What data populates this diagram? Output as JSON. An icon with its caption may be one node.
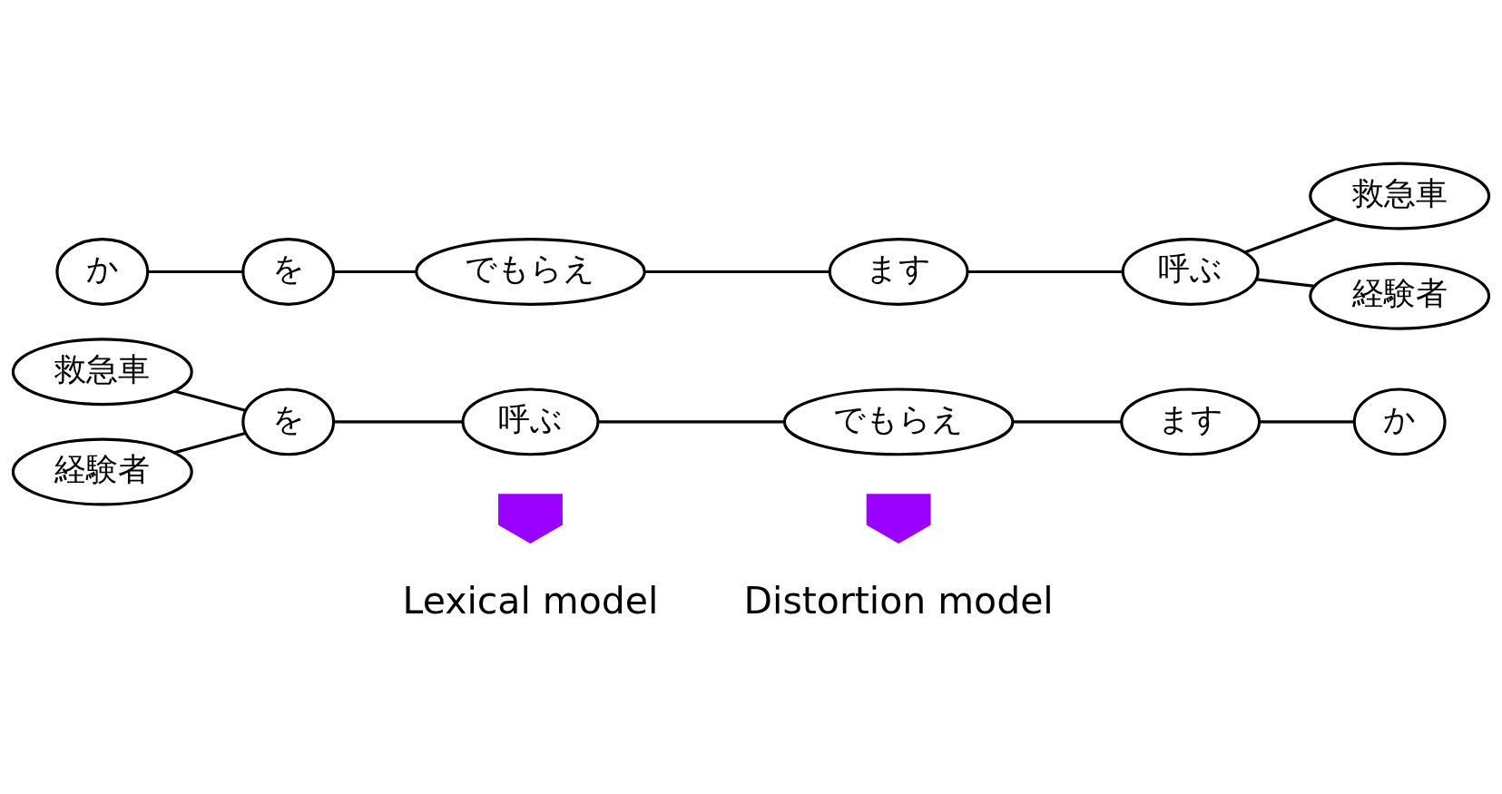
{
  "diagram": {
    "nodes": [
      {
        "text": [
          "か"
        ]
      },
      {
        "text": [
          "を"
        ]
      },
      {
        "text": [
          "でもらえ"
        ]
      },
      {
        "text": [
          "ます"
        ]
      },
      {
        "text": [
          "呼ぶ"
        ]
      },
      {
        "text": [
          "経験者"
        ]
      },
      {
        "text": [
          "救急車"
        ]
      },
      {
        "text": [
          "経験者"
        ]
      },
      {
        "text": [
          "を"
        ]
      },
      {
        "text": [
          "呼ぶ"
        ]
      },
      {
        "text": [
          "でもらえ"
        ]
      },
      {
        "text": [
          "ます"
        ]
      },
      {
        "text": [
          "か"
        ]
      },
      {
        "text": [
          "救急車"
        ]
      },
      {
        "text": [],
        "shape": "arrow"
      },
      {
        "text": [],
        "shape": "arrow"
      }
    ],
    "edges": [
      {
        "from": 0,
        "to": 1,
        "arrow": "none"
      },
      {
        "from": 1,
        "to": 2,
        "arrow": "none"
      },
      {
        "from": 2,
        "to": 3,
        "arrow": "none"
      },
      {
        "from": 3,
        "to": 4,
        "arrow": "none"
      },
      {
        "from": 4,
        "to": 5,
        "arrow": "none"
      },
      {
        "from": 4,
        "to": 6,
        "arrow": "none"
      },
      {
        "from": 7,
        "to": 8,
        "arrow": "none"
      },
      {
        "from": 13,
        "to": 8,
        "arrow": "none"
      },
      {
        "from": 8,
        "to": 9,
        "arrow": "none"
      },
      {
        "from": 9,
        "to": 10,
        "arrow": "none"
      },
      {
        "from": 10,
        "to": 11,
        "arrow": "none"
      },
      {
        "from": 11,
        "to": 12,
        "arrow": "none"
      }
    ],
    "labels": [
      "Lexical model",
      "Distortion model"
    ]
  }
}
